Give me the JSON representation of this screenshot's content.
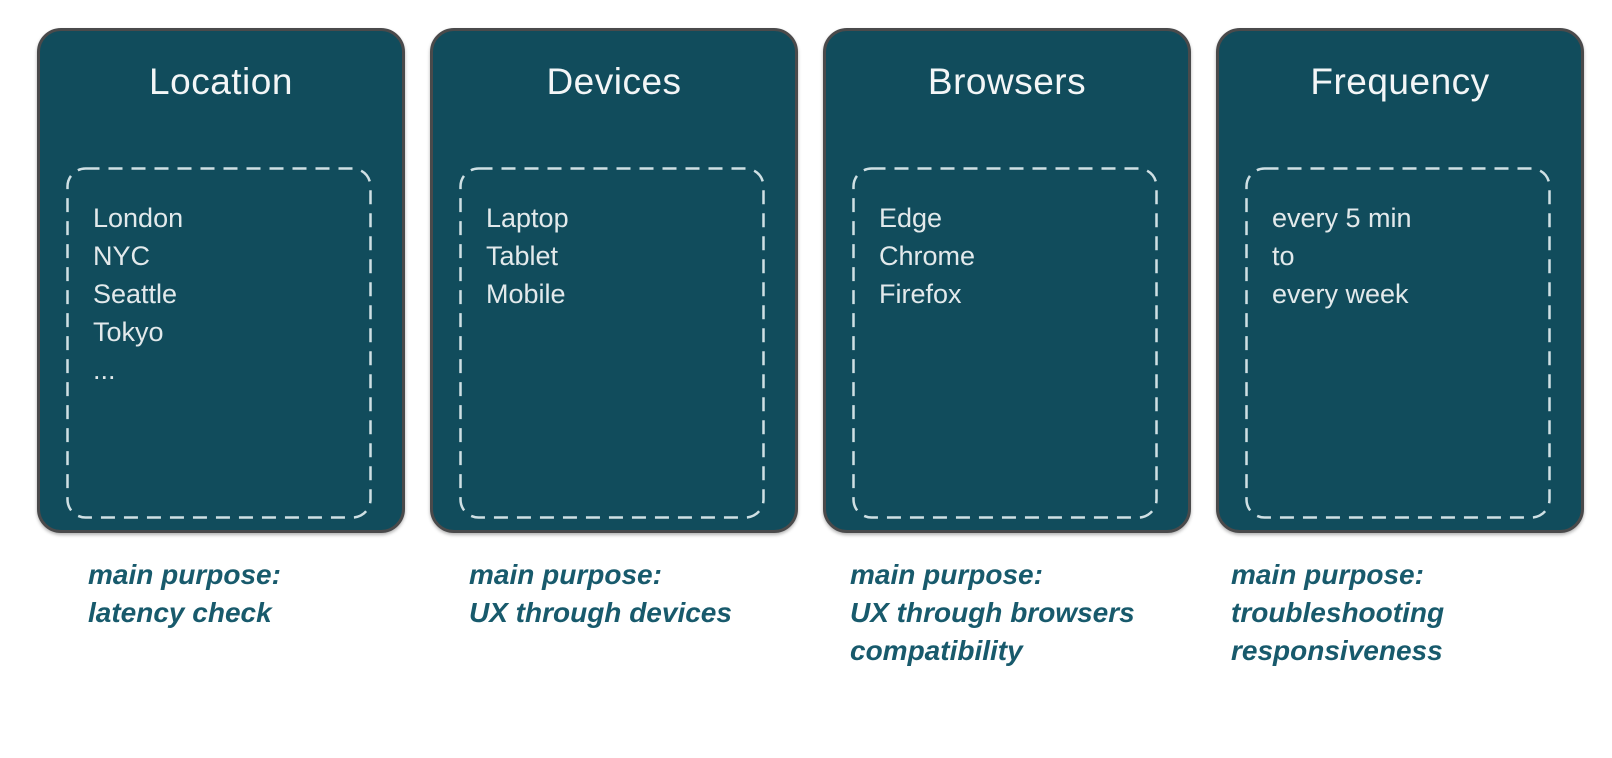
{
  "colors": {
    "card_bg": "#114c5c",
    "card_border": "#4a4a4b",
    "dashed_border": "#cfe0e4",
    "title_text": "#f3f6f7",
    "item_text": "#e2e9eb",
    "caption_text": "#185a6c",
    "canvas_bg": "#ffffff"
  },
  "cards": [
    {
      "id": "location",
      "title": "Location",
      "items": [
        "London",
        "NYC",
        "Seattle",
        "Tokyo",
        "..."
      ],
      "caption_lines": [
        "main purpose:",
        "latency check"
      ]
    },
    {
      "id": "devices",
      "title": "Devices",
      "items": [
        "Laptop",
        "Tablet",
        "Mobile"
      ],
      "caption_lines": [
        "main purpose:",
        "UX through devices"
      ]
    },
    {
      "id": "browsers",
      "title": "Browsers",
      "items": [
        "Edge",
        "Chrome",
        "Firefox"
      ],
      "caption_lines": [
        "main purpose:",
        "UX through browsers",
        "compatibility"
      ]
    },
    {
      "id": "frequency",
      "title": "Frequency",
      "items": [
        "every 5 min",
        "to",
        "every week"
      ],
      "caption_lines": [
        "main purpose:",
        "troubleshooting",
        "responsiveness"
      ]
    }
  ]
}
